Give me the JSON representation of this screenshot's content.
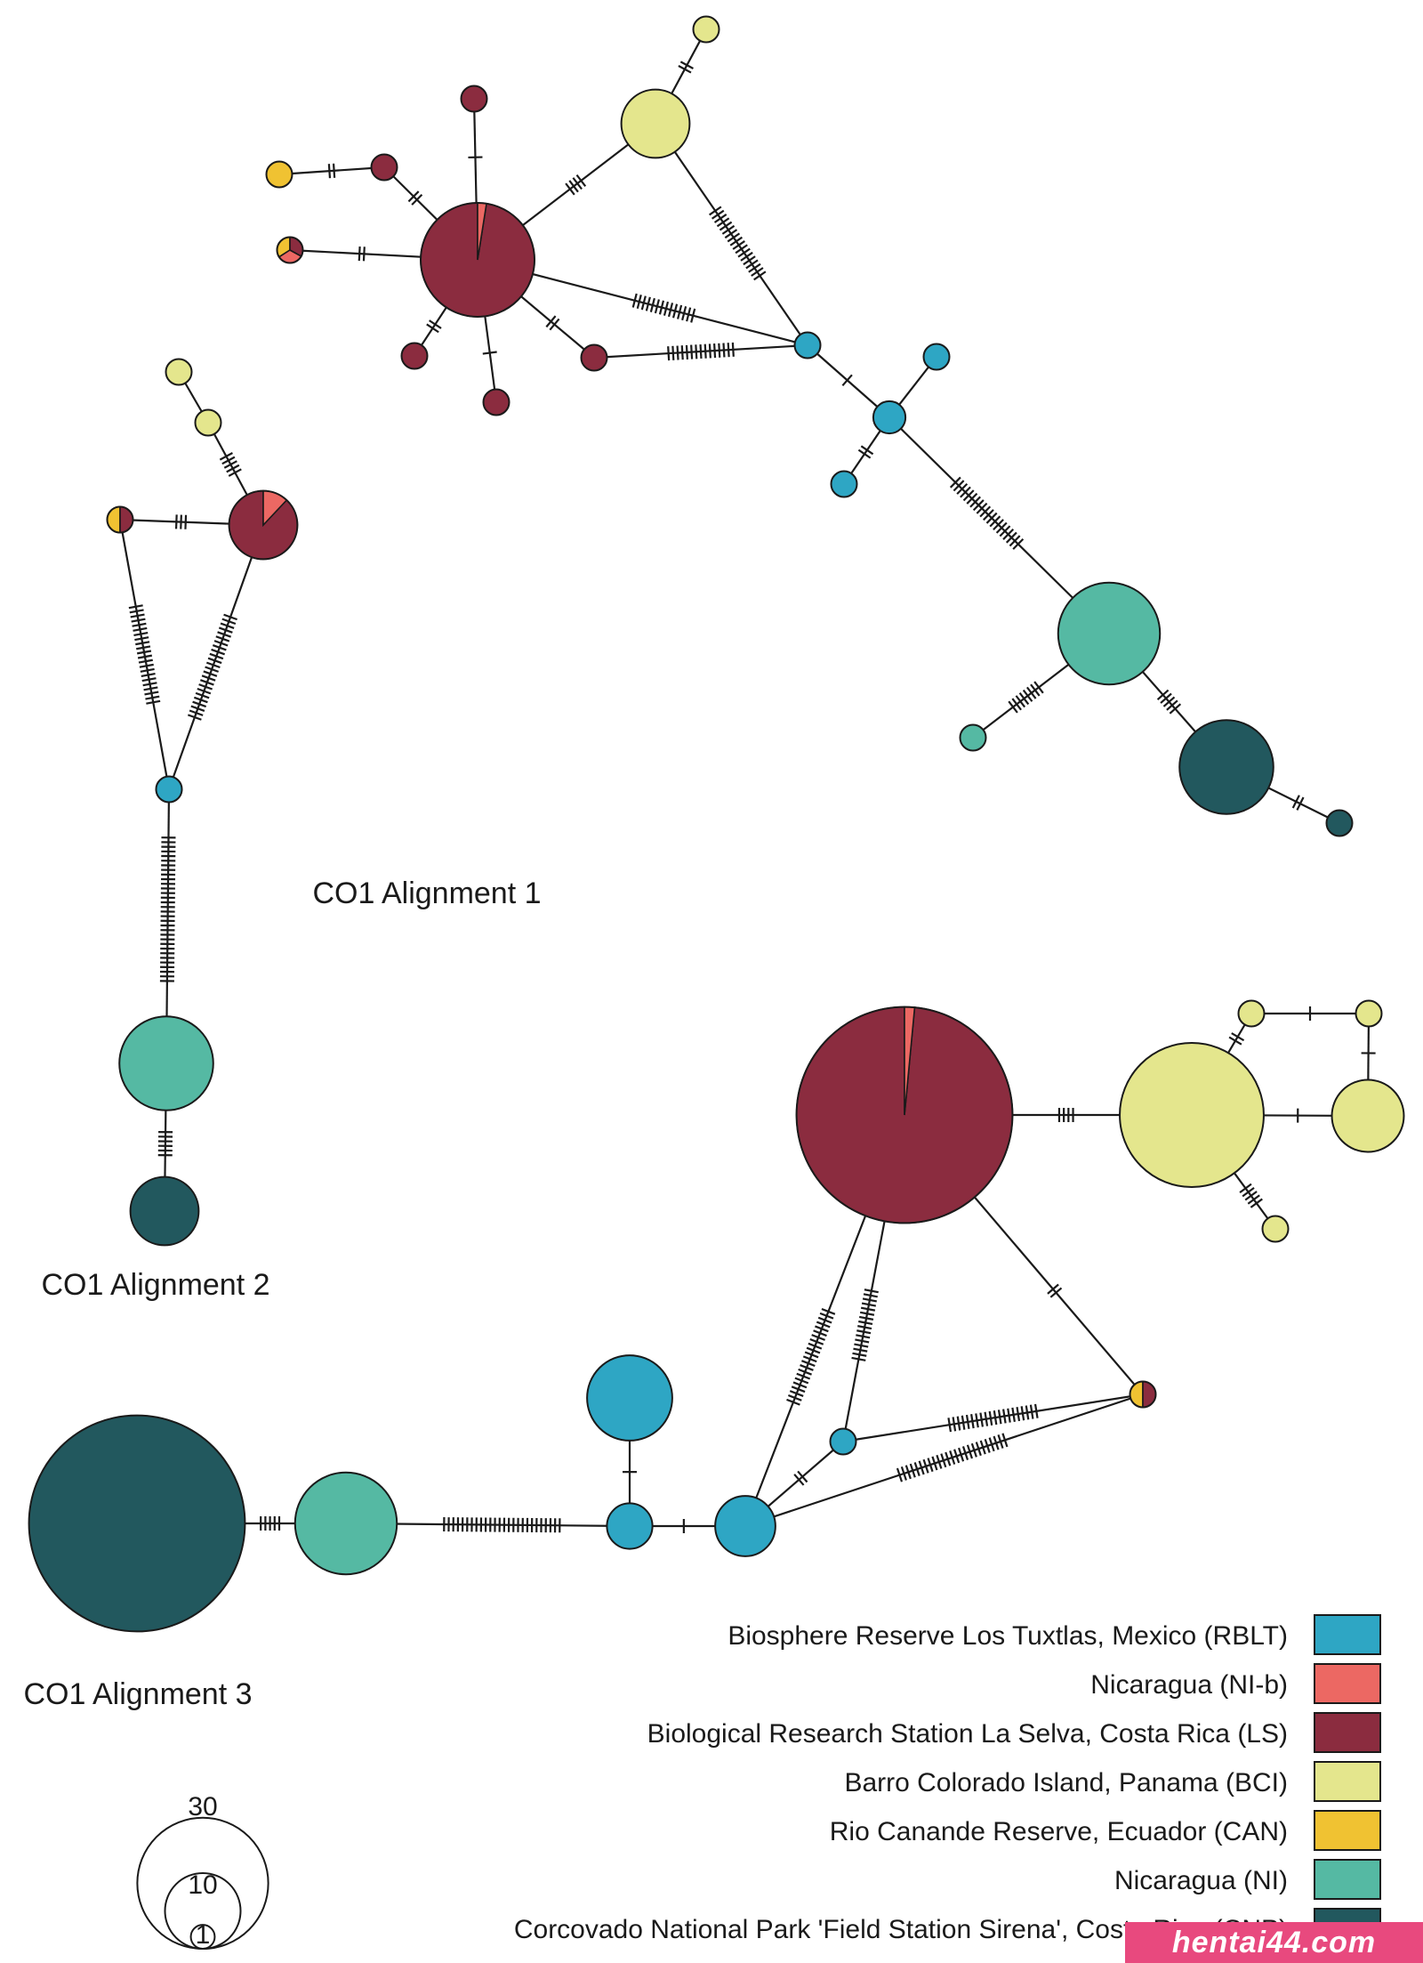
{
  "colors": {
    "RBLT": "#2ea6c4",
    "NI-b": "#ec6863",
    "LS": "#8b2c3f",
    "BCI": "#e4e68d",
    "CAN": "#f0c232",
    "NI": "#55b9a3",
    "CNP": "#22585e"
  },
  "networks": [
    {
      "label": "CO1 Alignment 1",
      "nodes": [
        {
          "id": "a1",
          "size": 25,
          "parts": [
            [
              "LS",
              0.975
            ],
            [
              "NI-b",
              0.025
            ]
          ]
        },
        {
          "id": "a2",
          "size": 1,
          "parts": [
            [
              "LS",
              1
            ]
          ]
        },
        {
          "id": "a3",
          "size": 1,
          "parts": [
            [
              "LS",
              1
            ]
          ]
        },
        {
          "id": "a4",
          "size": 1,
          "parts": [
            [
              "CAN",
              1
            ]
          ]
        },
        {
          "id": "a5",
          "size": 1,
          "parts": [
            [
              "CAN",
              0.34
            ],
            [
              "NI-b",
              0.33
            ],
            [
              "LS",
              0.33
            ]
          ]
        },
        {
          "id": "a6",
          "size": 1,
          "parts": [
            [
              "LS",
              1
            ]
          ]
        },
        {
          "id": "a7",
          "size": 1,
          "parts": [
            [
              "LS",
              1
            ]
          ]
        },
        {
          "id": "a8",
          "size": 1,
          "parts": [
            [
              "LS",
              1
            ]
          ]
        },
        {
          "id": "a9",
          "size": 1,
          "parts": [
            [
              "BCI",
              1
            ]
          ]
        },
        {
          "id": "a10",
          "size": 9,
          "parts": [
            [
              "BCI",
              1
            ]
          ]
        },
        {
          "id": "a11",
          "size": 1,
          "parts": [
            [
              "RBLT",
              1
            ]
          ]
        },
        {
          "id": "a12",
          "size": 2,
          "parts": [
            [
              "RBLT",
              1
            ]
          ]
        },
        {
          "id": "a13",
          "size": 1,
          "parts": [
            [
              "RBLT",
              1
            ]
          ]
        },
        {
          "id": "a14",
          "size": 1,
          "parts": [
            [
              "RBLT",
              1
            ]
          ]
        },
        {
          "id": "a15",
          "size": 20,
          "parts": [
            [
              "NI",
              1
            ]
          ]
        },
        {
          "id": "a16",
          "size": 1,
          "parts": [
            [
              "NI",
              1
            ]
          ]
        },
        {
          "id": "a17",
          "size": 17,
          "parts": [
            [
              "CNP",
              1
            ]
          ]
        },
        {
          "id": "a18",
          "size": 1,
          "parts": [
            [
              "CNP",
              1
            ]
          ]
        }
      ],
      "edges": [
        [
          "a1",
          "a2",
          1
        ],
        [
          "a1",
          "a3",
          2
        ],
        [
          "a3",
          "a4",
          2
        ],
        [
          "a1",
          "a5",
          2
        ],
        [
          "a1",
          "a6",
          2
        ],
        [
          "a1",
          "a7",
          1
        ],
        [
          "a1",
          "a8",
          2
        ],
        [
          "a1",
          "a10",
          4
        ],
        [
          "a10",
          "a9",
          2
        ],
        [
          "a1",
          "a11",
          14
        ],
        [
          "a8",
          "a11",
          15
        ],
        [
          "a10",
          "a11",
          18
        ],
        [
          "a11",
          "a12",
          1
        ],
        [
          "a12",
          "a13",
          0
        ],
        [
          "a12",
          "a14",
          2
        ],
        [
          "a12",
          "a15",
          20
        ],
        [
          "a15",
          "a16",
          8
        ],
        [
          "a15",
          "a17",
          5
        ],
        [
          "a17",
          "a18",
          2
        ]
      ]
    },
    {
      "label": "CO1 Alignment 2",
      "nodes": [
        {
          "id": "b1",
          "size": 1,
          "parts": [
            [
              "BCI",
              1
            ]
          ]
        },
        {
          "id": "b2",
          "size": 1,
          "parts": [
            [
              "BCI",
              1
            ]
          ]
        },
        {
          "id": "b3",
          "size": 9,
          "parts": [
            [
              "LS",
              0.88
            ],
            [
              "NI-b",
              0.12
            ]
          ]
        },
        {
          "id": "b4",
          "size": 1,
          "parts": [
            [
              "CAN",
              0.5
            ],
            [
              "LS",
              0.5
            ]
          ]
        },
        {
          "id": "b5",
          "size": 1,
          "parts": [
            [
              "RBLT",
              1
            ]
          ]
        },
        {
          "id": "b6",
          "size": 17,
          "parts": [
            [
              "NI",
              1
            ]
          ]
        },
        {
          "id": "b7",
          "size": 9,
          "parts": [
            [
              "CNP",
              1
            ]
          ]
        }
      ],
      "edges": [
        [
          "b1",
          "b2",
          0
        ],
        [
          "b2",
          "b3",
          5
        ],
        [
          "b3",
          "b4",
          3
        ],
        [
          "b4",
          "b5",
          22
        ],
        [
          "b3",
          "b5",
          24
        ],
        [
          "b5",
          "b6",
          32
        ],
        [
          "b6",
          "b7",
          6
        ]
      ]
    },
    {
      "label": "CO1 Alignment 3",
      "nodes": [
        {
          "id": "c1",
          "size": 90,
          "parts": [
            [
              "LS",
              0.985
            ],
            [
              "NI-b",
              0.015
            ]
          ]
        },
        {
          "id": "c2",
          "size": 40,
          "parts": [
            [
              "BCI",
              1
            ]
          ]
        },
        {
          "id": "c3",
          "size": 1,
          "parts": [
            [
              "BCI",
              1
            ]
          ]
        },
        {
          "id": "c4",
          "size": 1,
          "parts": [
            [
              "BCI",
              1
            ]
          ]
        },
        {
          "id": "c5",
          "size": 10,
          "parts": [
            [
              "BCI",
              1
            ]
          ]
        },
        {
          "id": "c6",
          "size": 1,
          "parts": [
            [
              "BCI",
              1
            ]
          ]
        },
        {
          "id": "c7",
          "size": 1,
          "parts": [
            [
              "CAN",
              0.5
            ],
            [
              "LS",
              0.5
            ]
          ]
        },
        {
          "id": "c8",
          "size": 1,
          "parts": [
            [
              "RBLT",
              1
            ]
          ]
        },
        {
          "id": "c9",
          "size": 7,
          "parts": [
            [
              "RBLT",
              1
            ]
          ]
        },
        {
          "id": "c10",
          "size": 14,
          "parts": [
            [
              "RBLT",
              1
            ]
          ]
        },
        {
          "id": "c11",
          "size": 4,
          "parts": [
            [
              "RBLT",
              1
            ]
          ]
        },
        {
          "id": "c12",
          "size": 20,
          "parts": [
            [
              "NI",
              1
            ]
          ]
        },
        {
          "id": "c13",
          "size": 90,
          "parts": [
            [
              "CNP",
              1
            ]
          ]
        }
      ],
      "edges": [
        [
          "c1",
          "c2",
          4
        ],
        [
          "c2",
          "c3",
          2
        ],
        [
          "c3",
          "c4",
          1
        ],
        [
          "c4",
          "c5",
          1
        ],
        [
          "c2",
          "c5",
          1
        ],
        [
          "c2",
          "c6",
          5
        ],
        [
          "c1",
          "c7",
          2
        ],
        [
          "c1",
          "c8",
          16
        ],
        [
          "c1",
          "c9",
          22
        ],
        [
          "c7",
          "c8",
          20
        ],
        [
          "c7",
          "c9",
          25
        ],
        [
          "c8",
          "c9",
          2
        ],
        [
          "c9",
          "c11",
          1
        ],
        [
          "c11",
          "c10",
          1
        ],
        [
          "c11",
          "c12",
          26
        ],
        [
          "c12",
          "c13",
          5
        ]
      ]
    }
  ],
  "legend": [
    {
      "key": "RBLT",
      "label": "Biosphere Reserve Los Tuxtlas, Mexico (RBLT)"
    },
    {
      "key": "NI-b",
      "label": "Nicaragua (NI-b)"
    },
    {
      "key": "LS",
      "label": "Biological Research Station La Selva, Costa Rica (LS)"
    },
    {
      "key": "BCI",
      "label": "Barro Colorado Island, Panama (BCI)"
    },
    {
      "key": "CAN",
      "label": "Rio Canande Reserve, Ecuador (CAN)"
    },
    {
      "key": "NI",
      "label": "Nicaragua (NI)"
    },
    {
      "key": "CNP",
      "label": "Corcovado National Park 'Field Station Sirena', Costa Rica (CNP)"
    }
  ],
  "scale": [
    {
      "value": 30,
      "label": "30"
    },
    {
      "value": 10,
      "label": "10"
    },
    {
      "value": 1,
      "label": "1"
    }
  ],
  "watermark": "hentai44.com"
}
